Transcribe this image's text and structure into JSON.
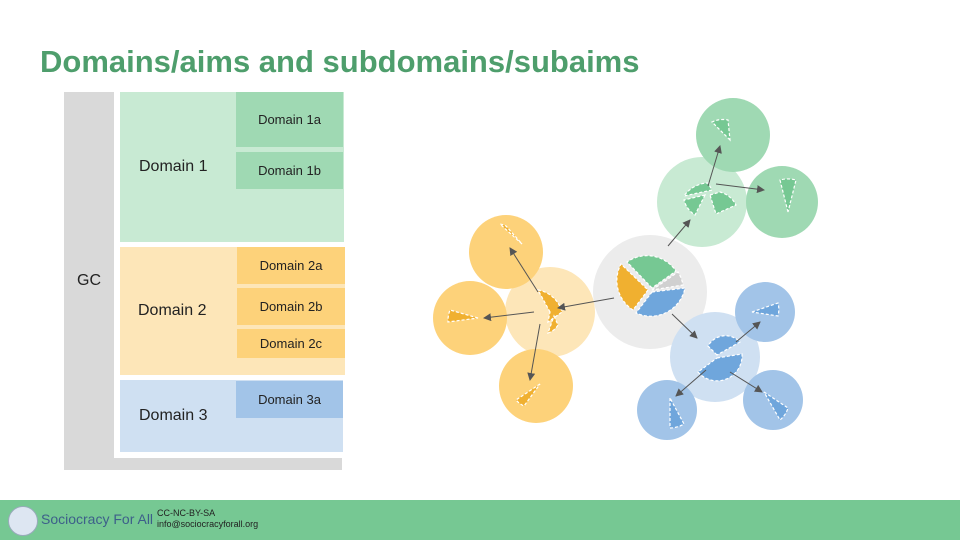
{
  "title": "Domains/aims and subdomains/subaims",
  "left_diagram": {
    "gc": "GC",
    "domain1": {
      "label": "Domain 1",
      "subs": [
        "Domain 1a",
        "Domain 1b"
      ]
    },
    "domain2": {
      "label": "Domain 2",
      "subs": [
        "Domain 2a",
        "Domain 2b",
        "Domain 2c"
      ]
    },
    "domain3": {
      "label": "Domain 3",
      "subs": [
        "Domain 3a"
      ]
    }
  },
  "colors": {
    "green": "#76c893",
    "orange": "#f0b030",
    "blue": "#6fa6dc",
    "gray": "#d9d9d9",
    "title": "#4e9e6c"
  },
  "footer": {
    "org": "Sociocracy For All",
    "license": "CC-NC-BY-SA",
    "email": "info@sociocracyforall.org"
  }
}
